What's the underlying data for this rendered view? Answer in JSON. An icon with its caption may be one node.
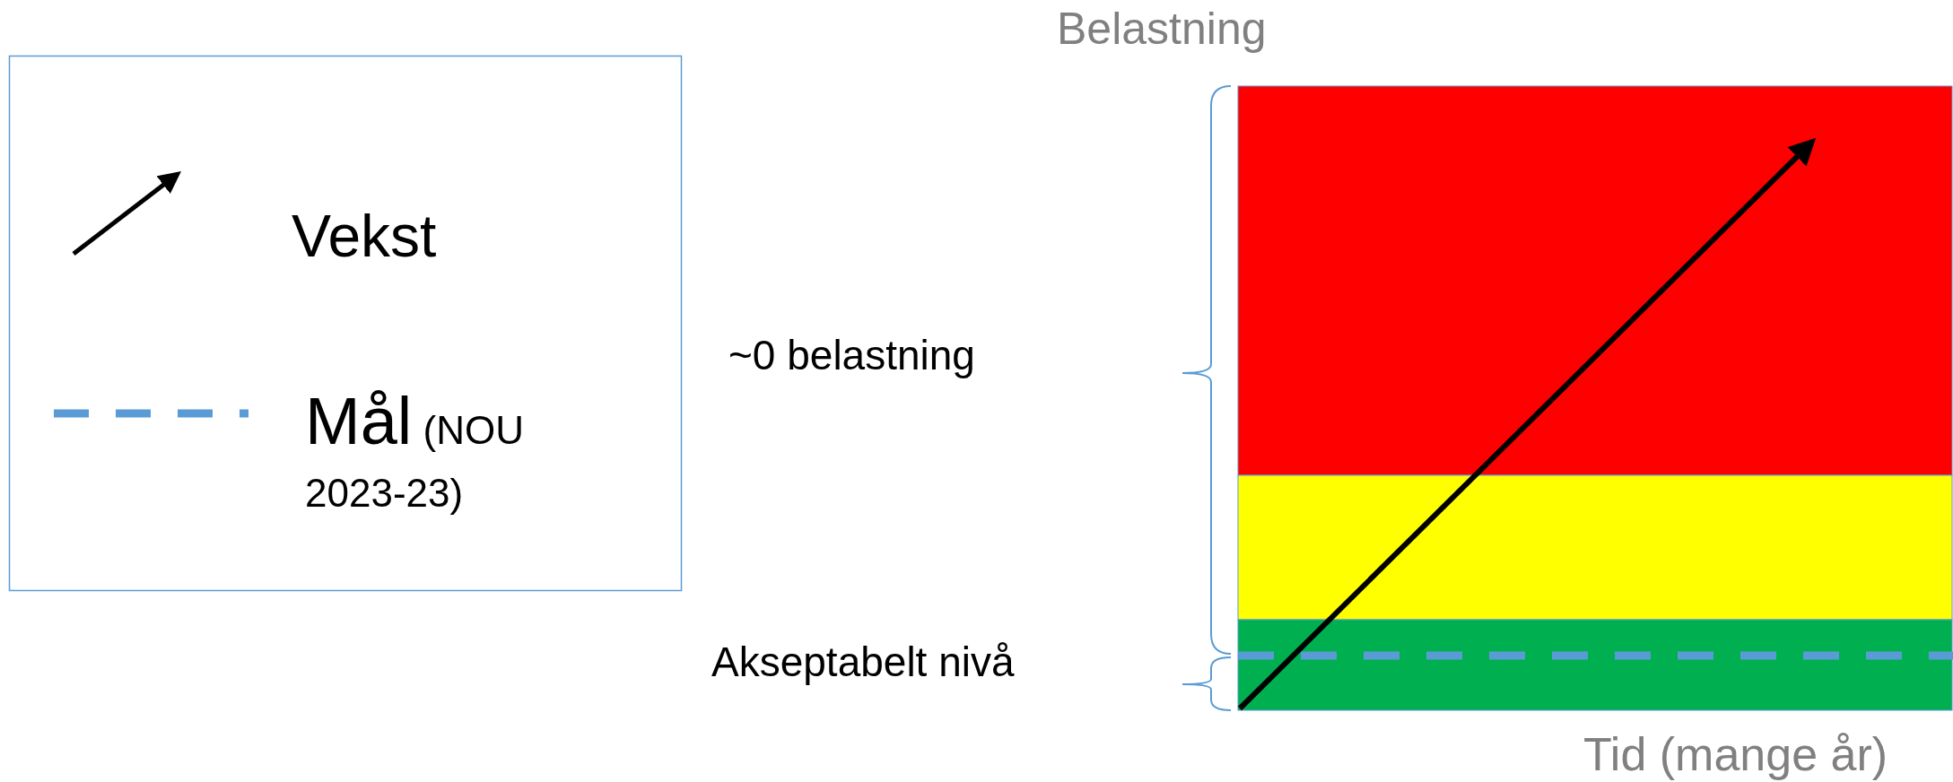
{
  "diagram": {
    "labels": [
      "Belastning",
      "~0 belastning",
      "Akseptabelt nivå",
      "Tid (mange år)"
    ],
    "legend": [
      {
        "text": "Vekst"
      },
      {
        "text": "Mål (NOU 2023-23)"
      }
    ]
  }
}
